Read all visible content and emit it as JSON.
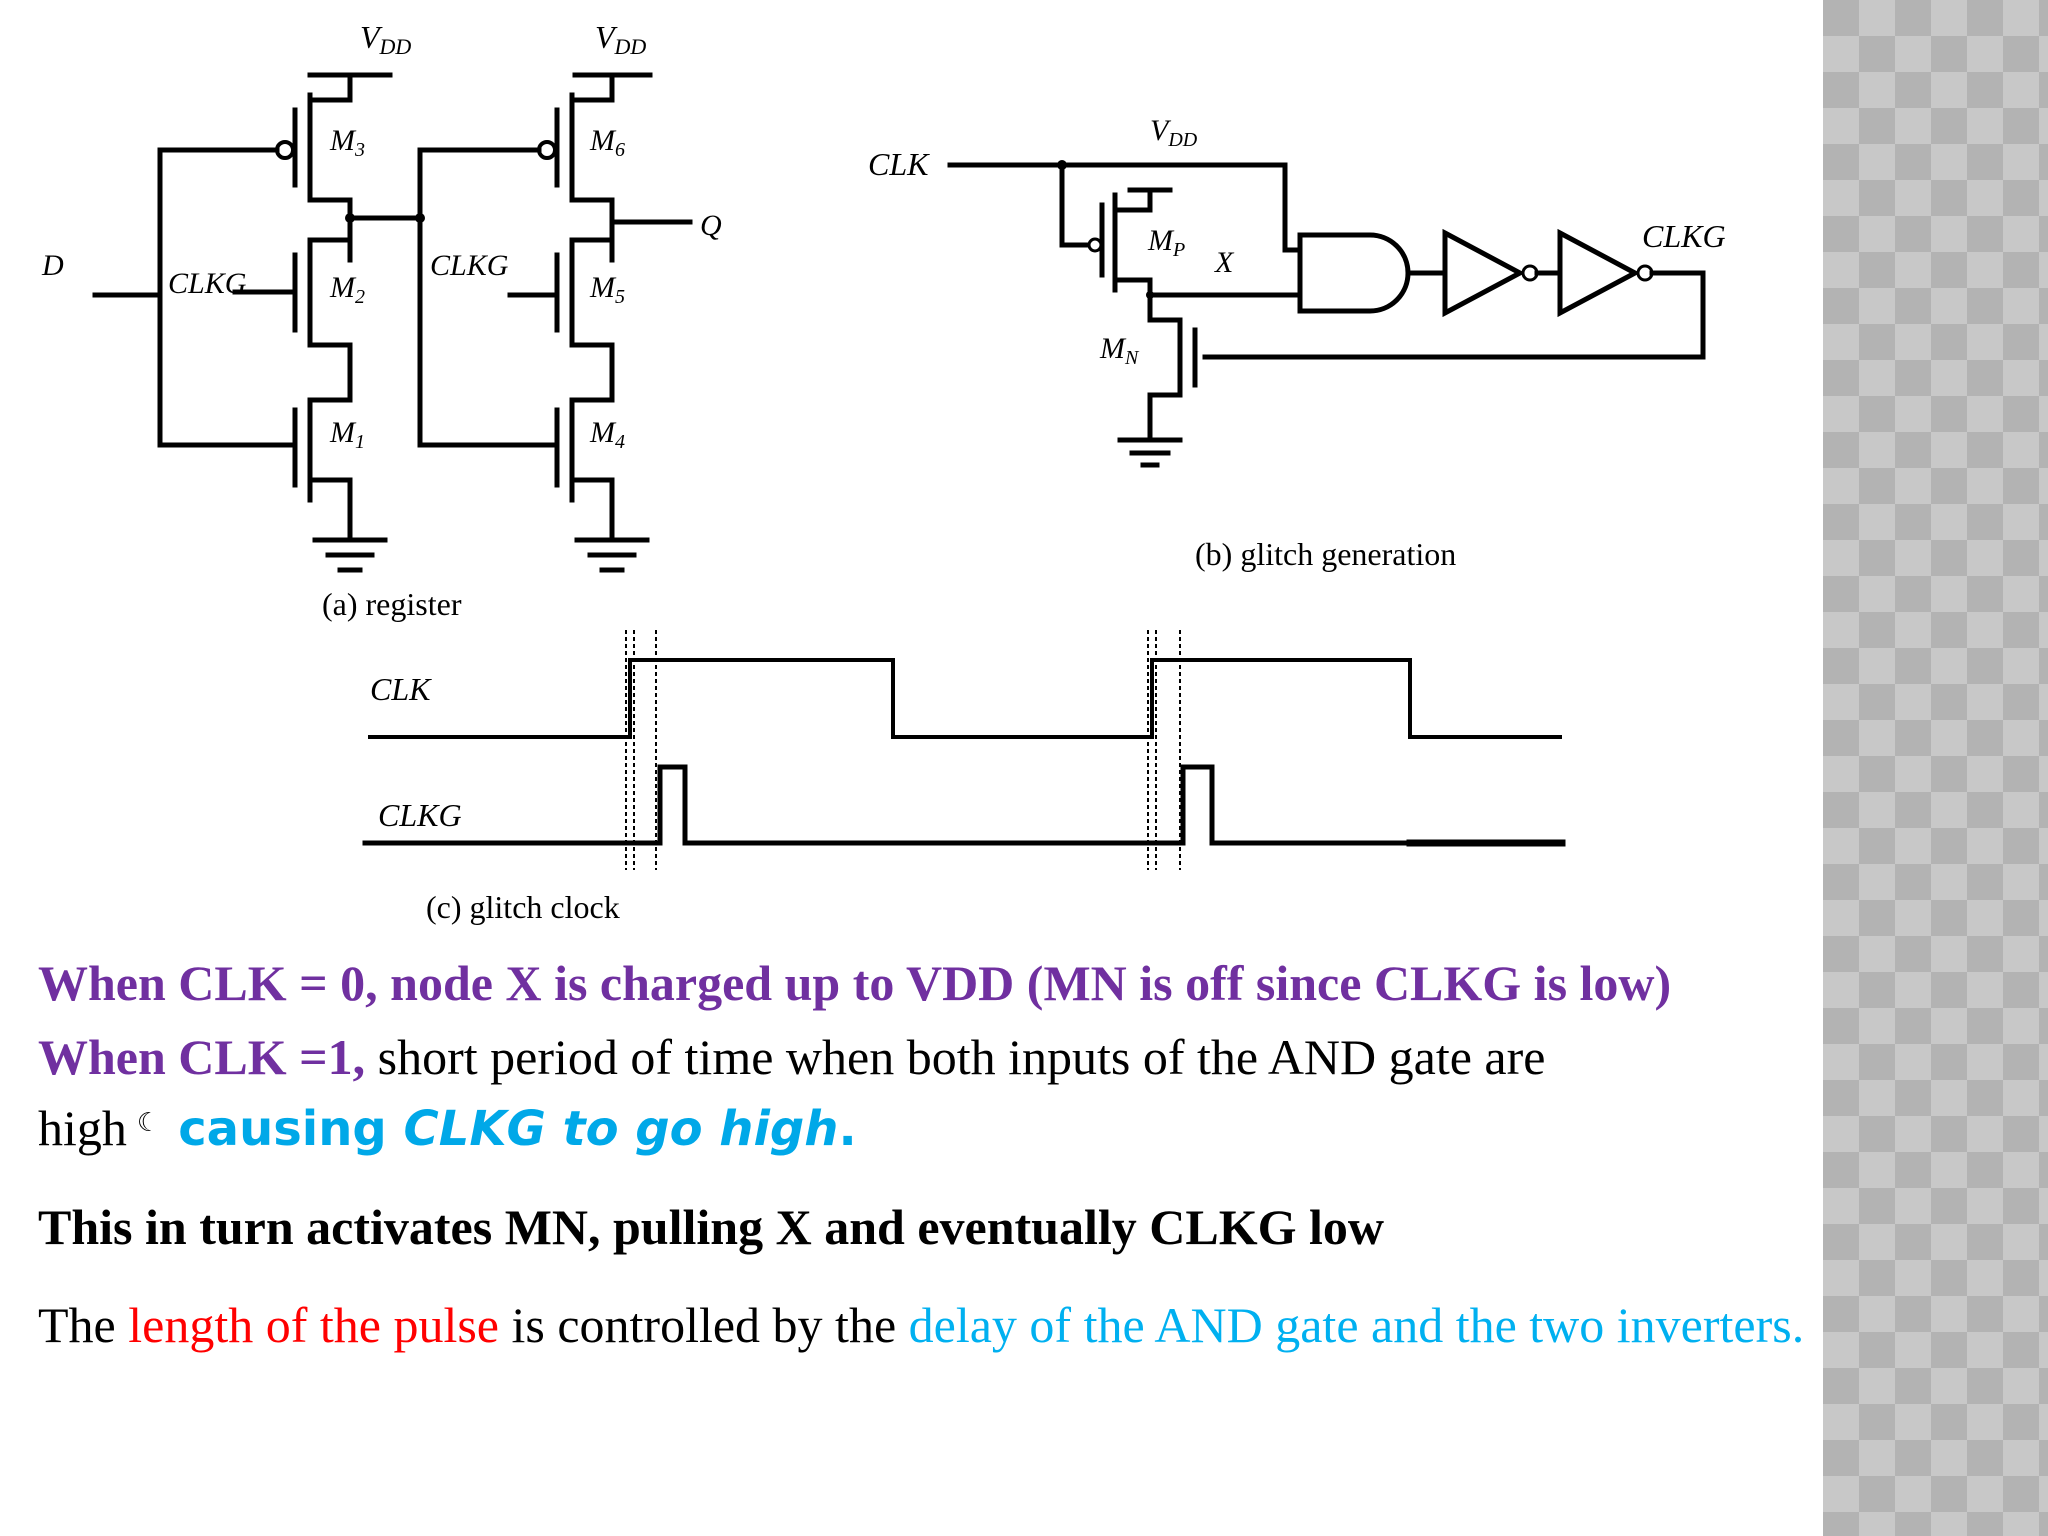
{
  "diagram": {
    "register": {
      "caption": "(a) register",
      "vdd_1": "V",
      "vdd_1_sub": "DD",
      "vdd_2": "V",
      "vdd_2_sub": "DD",
      "input_d": "D",
      "output_q": "Q",
      "clkg_1": "CLKG",
      "clkg_2": "CLKG",
      "m1": "M",
      "m1_sub": "1",
      "m2": "M",
      "m2_sub": "2",
      "m3": "M",
      "m3_sub": "3",
      "m4": "M",
      "m4_sub": "4",
      "m5": "M",
      "m5_sub": "5",
      "m6": "M",
      "m6_sub": "6"
    },
    "glitch_generation": {
      "caption": "(b) glitch generation",
      "clk": "CLK",
      "vdd": "V",
      "vdd_sub": "DD",
      "mp": "M",
      "mp_sub": "P",
      "mn": "M",
      "mn_sub": "N",
      "node_x": "X",
      "clkg": "CLKG"
    },
    "glitch_clock": {
      "caption": "(c) glitch clock",
      "clk": "CLK",
      "clkg": "CLKG"
    }
  },
  "text": {
    "line1": "When CLK = 0, node X is charged up to VDD (MN is off since CLKG is low)",
    "line2_bold": "When CLK =1,",
    "line2_rest": " short period of time when both inputs of the AND gate are high",
    "line2_arrow": "☾",
    "line2_blue_1": "causing ",
    "line2_blue_2": "CLKG to go high",
    "line2_blue_3": ".",
    "line3": "This in turn activates MN, pulling X and eventually CLKG low",
    "line4_a": "The ",
    "line4_red": "length of the pulse",
    "line4_b": " is controlled by the ",
    "line4_cyan": "delay of the AND gate and the two inverters."
  },
  "colors": {
    "purple": "#7030a0",
    "red": "#ff0000",
    "cyan": "#00b0f0",
    "sidebar": "#b3b3b3"
  }
}
